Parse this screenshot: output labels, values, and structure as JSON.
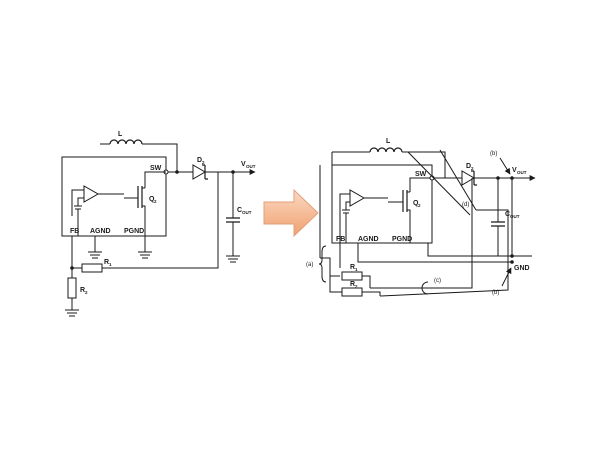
{
  "left_circuit": {
    "inductor": "L",
    "diode": "D",
    "diode_sub": "2",
    "output": "V",
    "output_sub": "OUT",
    "capacitor": "C",
    "capacitor_sub": "OUT",
    "switch_node": "SW",
    "transistor": "Q",
    "transistor_sub": "2",
    "pin_fb": "FB",
    "pin_agnd": "AGND",
    "pin_pgnd": "PGND",
    "r1": "R",
    "r1_sub": "1",
    "r2": "R",
    "r2_sub": "2"
  },
  "right_circuit": {
    "inductor": "L",
    "diode": "D",
    "diode_sub": "2",
    "output": "V",
    "output_sub": "OUT",
    "capacitor": "C",
    "capacitor_sub": "OUT",
    "switch_node": "SW",
    "transistor": "Q",
    "transistor_sub": "2",
    "pin_fb": "FB",
    "pin_agnd": "AGND",
    "pin_pgnd": "PGND",
    "r1": "R",
    "r1_sub": "1",
    "r2": "R",
    "r2_sub": "2",
    "gnd": "GND",
    "note_a": "(a)",
    "note_b_top": "(b)",
    "note_b_bottom": "(b)",
    "note_c": "(c)",
    "note_d": "(d)"
  },
  "arrow_color": "#f0a070"
}
